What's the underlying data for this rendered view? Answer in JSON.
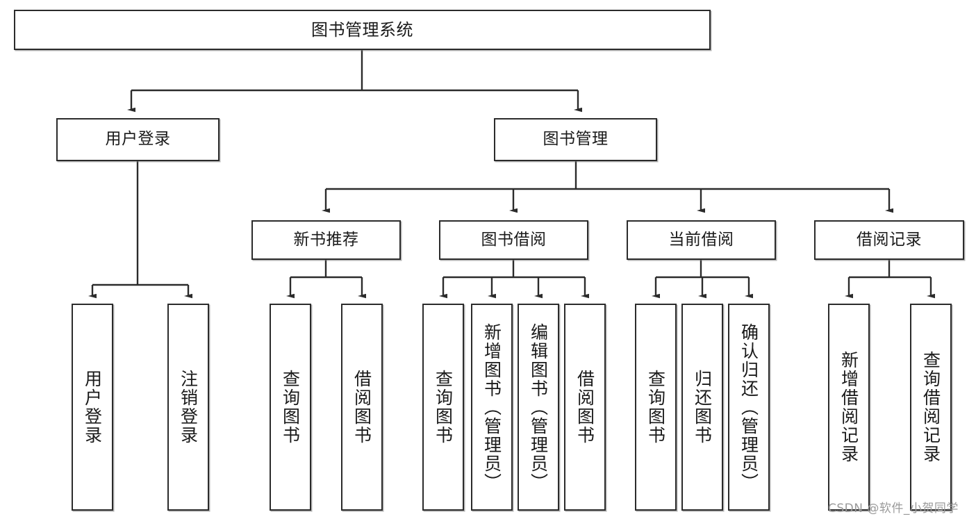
{
  "diagram": {
    "type": "tree",
    "title": "图书管理系统",
    "orientation": "top-down",
    "colors": {
      "box_border": "#2b2b2b",
      "box_fill": "#ffffff",
      "edge": "#2b2b2b",
      "text": "#1a1a1a",
      "watermark": "#9a9a9a"
    }
  },
  "root": {
    "label": "图书管理系统"
  },
  "level2": [
    {
      "label": "用户登录"
    },
    {
      "label": "图书管理"
    }
  ],
  "level3": [
    {
      "label": "新书推荐"
    },
    {
      "label": "图书借阅"
    },
    {
      "label": "当前借阅"
    },
    {
      "label": "借阅记录"
    }
  ],
  "leaves": {
    "user_login": [
      {
        "label": "用户登录"
      },
      {
        "label": "注销登录"
      }
    ],
    "new_book_rec": [
      {
        "label": "查询图书"
      },
      {
        "label": "借阅图书"
      }
    ],
    "book_borrow": [
      {
        "label": "查询图书"
      },
      {
        "label": "新增图书（管理员）"
      },
      {
        "label": "编辑图书（管理员）"
      },
      {
        "label": "借阅图书"
      }
    ],
    "current_borrow": [
      {
        "label": "查询图书"
      },
      {
        "label": "归还图书"
      },
      {
        "label": "确认归还（管理员）"
      }
    ],
    "borrow_record": [
      {
        "label": "新增借阅记录"
      },
      {
        "label": "查询借阅记录"
      }
    ]
  },
  "watermark": {
    "text": "CSDN @软件_小贺同学"
  }
}
